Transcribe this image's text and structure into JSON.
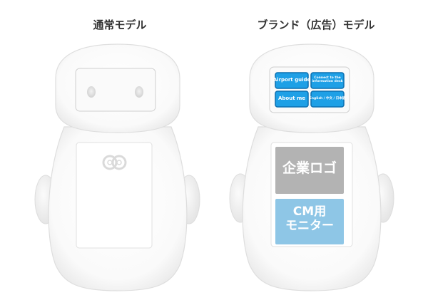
{
  "standard_model": {
    "caption": "通常モデル"
  },
  "brand_model": {
    "caption": "ブランド（広告）モデル",
    "screen_buttons": [
      {
        "label": "Airport guide"
      },
      {
        "label": "Connect to the information desk"
      },
      {
        "label": "About me"
      },
      {
        "label": "English / 中文 / 日本語"
      }
    ],
    "logo_panel": {
      "label": "企業ロゴ",
      "color": "#b3b3b3"
    },
    "monitor_panel": {
      "label": "CM用\nモニター",
      "color": "#8ec6e6"
    },
    "button_color": "#1ea0e6"
  }
}
